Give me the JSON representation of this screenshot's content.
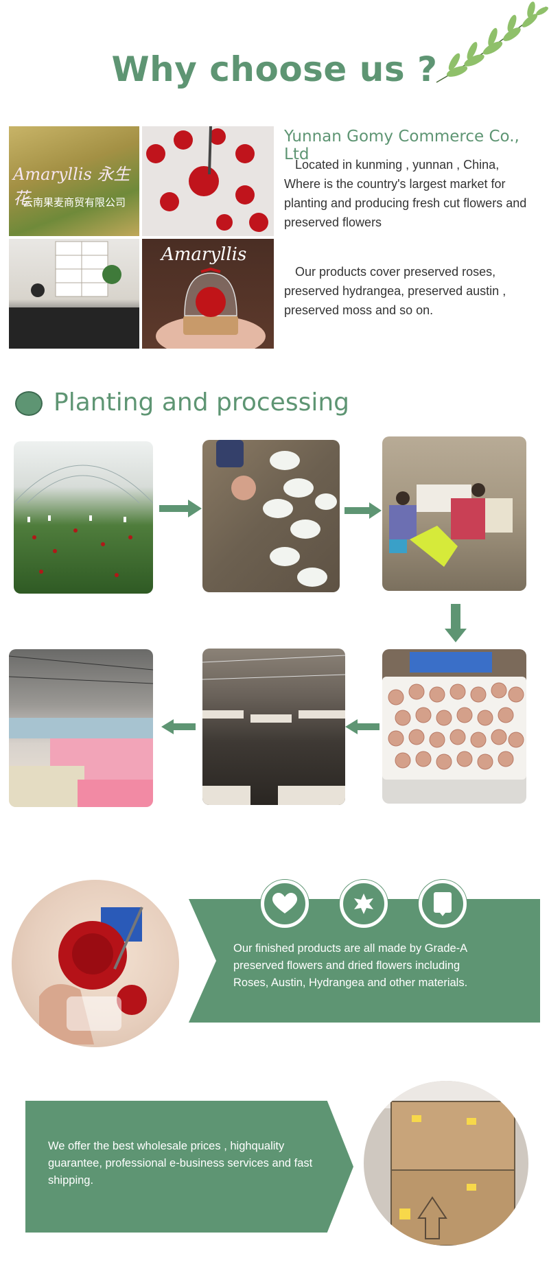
{
  "header": {
    "title": "Why choose us ?"
  },
  "about": {
    "photos": [
      {
        "caption": "Amaryllis 永生花",
        "subcaption": "云南果麦商贸有限公司"
      },
      {
        "caption": ""
      },
      {
        "caption": ""
      },
      {
        "caption": "Amaryllis"
      }
    ],
    "company": "Yunnan Gomy Commerce Co., Ltd",
    "para1": "Located in kunming , yunnan , China, Where is the country's largest market for planting and producing fresh cut flowers and preserved flowers",
    "para2": "Our products cover preserved roses, preserved hydrangea, preserved austin , preserved moss and so on."
  },
  "process": {
    "title": "Planting and processing"
  },
  "finished": {
    "text": "Our finished products are all made by Grade-A preserved flowers and dried flowers including Roses, Austin, Hydrangea and other materials.",
    "icons": [
      "heart-icon",
      "star-icon",
      "tablet-icon"
    ]
  },
  "wholesale": {
    "text": "We offer the best wholesale prices , highquality guarantee, professional e-business services and fast shipping."
  },
  "colors": {
    "accent": "#5e9573"
  }
}
